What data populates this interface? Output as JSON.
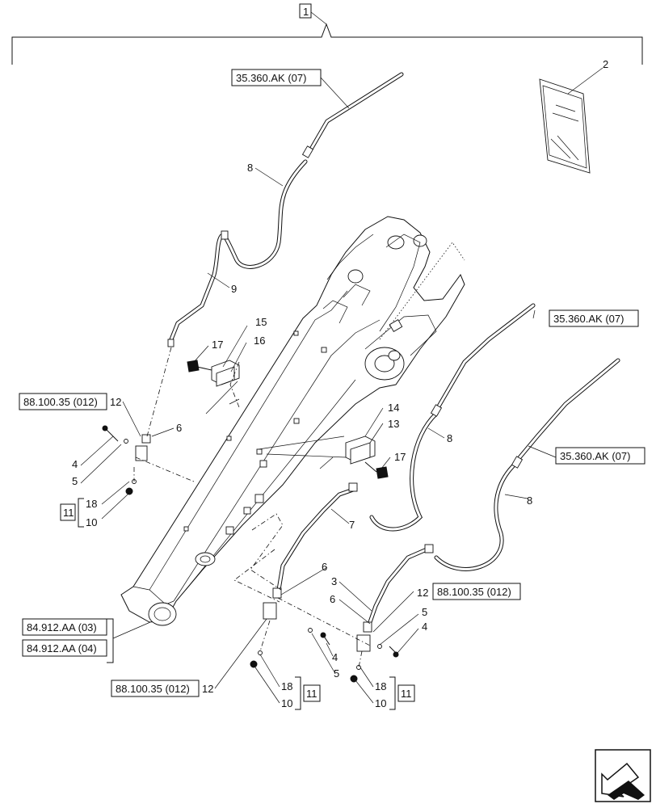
{
  "assembly_ref": "1",
  "kit_ref": "2",
  "references": {
    "ref_top": "35.360.AK (07)",
    "ref_right_1": "35.360.AK (07)",
    "ref_right_2": "35.360.AK (07)",
    "ref_left_12": "88.100.35 (012)",
    "ref_right_12": "88.100.35 (012)",
    "ref_bottom_12": "88.100.35 (012)",
    "ref_boom_a": "84.912.AA (03)",
    "ref_boom_b": "84.912.AA (04)"
  },
  "callouts": {
    "c8_top": "8",
    "c9": "9",
    "c15": "15",
    "c16": "16",
    "c17_top": "17",
    "c12_left": "12",
    "c6_left": "6",
    "c4_left": "4",
    "c5_left": "5",
    "c18_left": "18",
    "c10_left": "10",
    "c11_left": "11",
    "c14": "14",
    "c13": "13",
    "c17_mid": "17",
    "c8_mid": "8",
    "c8_right": "8",
    "c7": "7",
    "c6_bottom": "6",
    "c3": "3",
    "c6_right": "6",
    "c12_right": "12",
    "c5_right": "5",
    "c4_right": "4",
    "c4_bottom": "4",
    "c5_bottom": "5",
    "c12_bottom": "12",
    "c18_bottom": "18",
    "c10_bottom": "10",
    "c11_bottom": "11",
    "c18_right": "18",
    "c10_right": "10",
    "c11_right": "11"
  },
  "icons": {
    "nav": "next-page-arrow-icon"
  }
}
